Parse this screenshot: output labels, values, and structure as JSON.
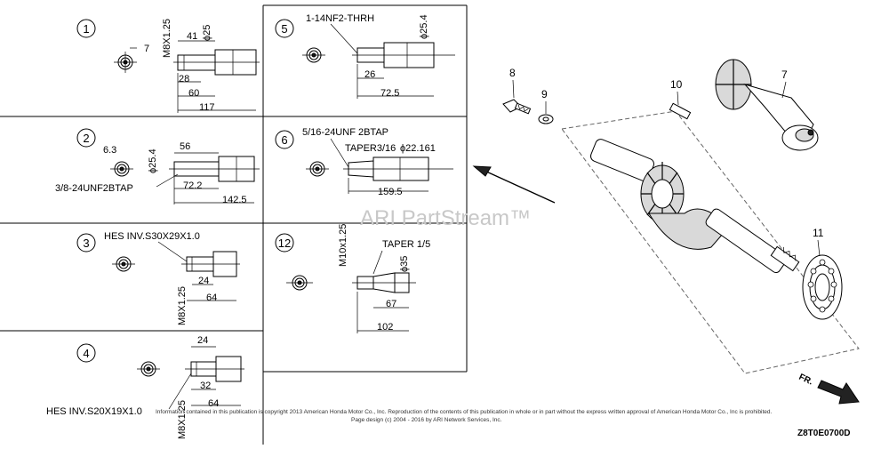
{
  "watermark": "ARI PartStream™",
  "diagram_code": "Z8T0E0700D",
  "copyright": {
    "line1": "Information contained in this publication is copyright 2013 American Honda Motor Co., Inc. Reproduction of the contents of this publication in whole or in part without the express written approval of American Honda Motor Co., Inc is prohibited.",
    "line2": "Page design (c) 2004 - 2016 by ARI Network Services, Inc."
  },
  "front_mark": "FR.",
  "panels": [
    {
      "id": "1",
      "labels": [
        "M8X1.25",
        "ϕ25",
        "41",
        "7",
        "28",
        "60",
        "117"
      ]
    },
    {
      "id": "2",
      "labels": [
        "ϕ25.4",
        "56",
        "6.3",
        "72.2",
        "142.5",
        "3/8-24UNF2BTAP"
      ]
    },
    {
      "id": "3",
      "labels": [
        "HES INV.S30X29X1.0",
        "24",
        "64",
        "M8X1.25"
      ]
    },
    {
      "id": "4",
      "labels": [
        "24",
        "32",
        "64",
        "HES INV.S20X19X1.0",
        "M8X1.25"
      ]
    },
    {
      "id": "5",
      "labels": [
        "1-14NF2-THRH",
        "ϕ25.4",
        "26",
        "72.5"
      ]
    },
    {
      "id": "6",
      "labels": [
        "5/16-24UNF 2BTAP",
        "TAPER3/16",
        "ϕ22.161",
        "159.5"
      ]
    },
    {
      "id": "12",
      "labels": [
        "M10x1.25",
        "TAPER 1/5",
        "ϕ35",
        "67",
        "102"
      ]
    }
  ],
  "callouts": [
    "7",
    "8",
    "9",
    "10",
    "11"
  ]
}
